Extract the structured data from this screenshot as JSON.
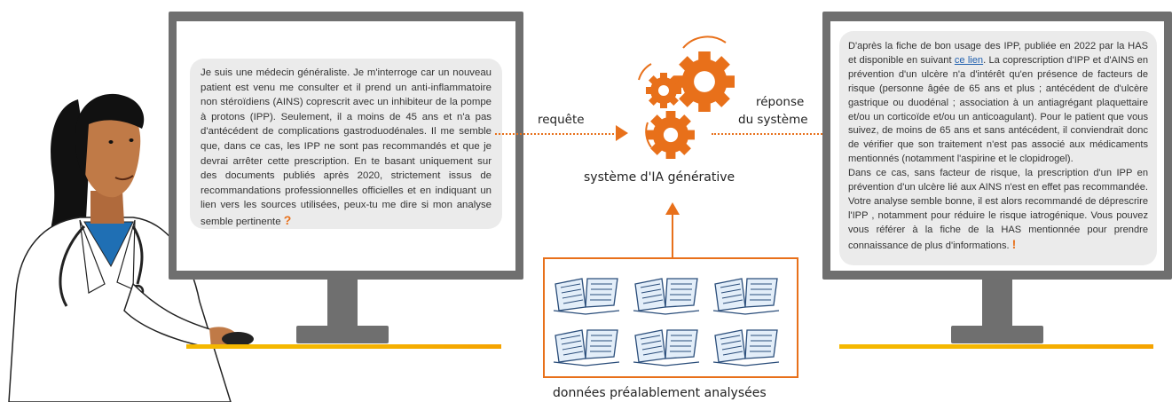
{
  "left_screen": {
    "question_text": "Je suis une médecin généraliste. Je m'interroge car un nouveau patient est venu me consulter et il prend un anti-inflammatoire non stéroïdiens (AINS) coprescrit avec un inhibiteur de la pompe à protons (IPP). Seulement, il a moins de 45 ans et n'a pas d'antécédent de complications gastroduodénales. Il me semble que, dans ce cas, les IPP ne sont pas recommandés et que je devrai arrêter cette prescription. En te basant uniquement sur des documents publiés après 2020, strictement issus de recommandations professionnelles officielles et en indiquant un lien vers les sources utilisées, peux-tu me dire si mon analyse semble pertinente",
    "question_mark": "?"
  },
  "flow": {
    "request_label": "requête",
    "response_label_line1": "réponse",
    "response_label_line2": "du système",
    "system_label": "système d'IA générative",
    "data_label": "données préalablement analysées"
  },
  "right_screen": {
    "p1_part1": "D'après la fiche de bon usage des IPP, publiée en 2022 par la HAS et disponible en suivant ",
    "p1_link": "ce lien",
    "p1_part2": ". La coprescription d'IPP et d'AINS en prévention d'un ulcère n'a d'intérêt qu'en présence de facteurs de risque (personne âgée de 65 ans et plus ; antécédent de d'ulcère gastrique ou duodénal ; association à un antiagrégant plaquettaire et/ou un corticoïde et/ou un anticoagulant). Pour le patient que vous suivez, de moins de 65 ans et sans antécédent, il conviendrait donc de vérifier que son traitement n'est pas associé aux médicaments mentionnés (notamment l'aspirine et le clopidrogel).",
    "p2": "Dans ce cas, sans facteur de risque, la prescription d'un IPP en prévention d'un ulcère lié aux AINS n'est en effet pas recommandée. Votre analyse semble bonne, il est alors recommandé de déprescrire l'IPP , notamment pour réduire le risque iatrogénique. Vous pouvez vous référer à la fiche de la HAS mentionnée pour prendre connaissance de plus d'informations.",
    "exclamation": "!"
  },
  "colors": {
    "accent": "#e8701a",
    "monitor": "#6f6f6f",
    "bubble": "#ebebeb",
    "desk": "#f5b800",
    "link": "#1f5fae"
  },
  "icons": [
    "doctor-illustration",
    "gears-icon",
    "open-book-icon"
  ]
}
